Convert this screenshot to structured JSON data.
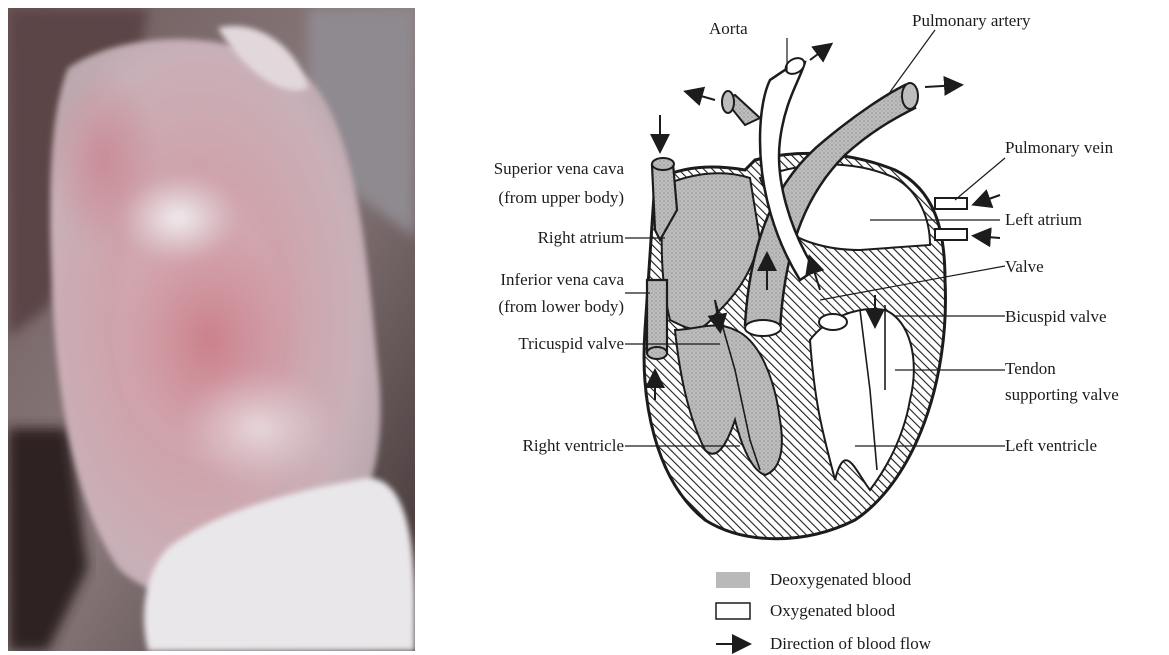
{
  "labels": {
    "aorta": "Aorta",
    "pulmonary_artery": "Pulmonary artery",
    "pulmonary_vein": "Pulmonary vein",
    "left_atrium": "Left atrium",
    "valve": "Valve",
    "bicuspid_valve": "Bicuspid valve",
    "tendon_1": "Tendon",
    "tendon_2": "supporting valve",
    "left_ventricle": "Left ventricle",
    "svc_1": "Superior vena cava",
    "svc_2": "(from upper body)",
    "right_atrium": "Right atrium",
    "ivc_1": "Inferior vena cava",
    "ivc_2": "(from lower body)",
    "tricuspid_valve": "Tricuspid valve",
    "right_ventricle": "Right ventricle"
  },
  "legend": {
    "deoxygenated": "Deoxygenated blood",
    "oxygenated": "Oxygenated blood",
    "direction": "Direction of blood flow"
  },
  "colors": {
    "deoxygenated_fill": "#b9b9b9",
    "oxygenated_fill": "#ffffff",
    "outline": "#1c1c1c"
  }
}
